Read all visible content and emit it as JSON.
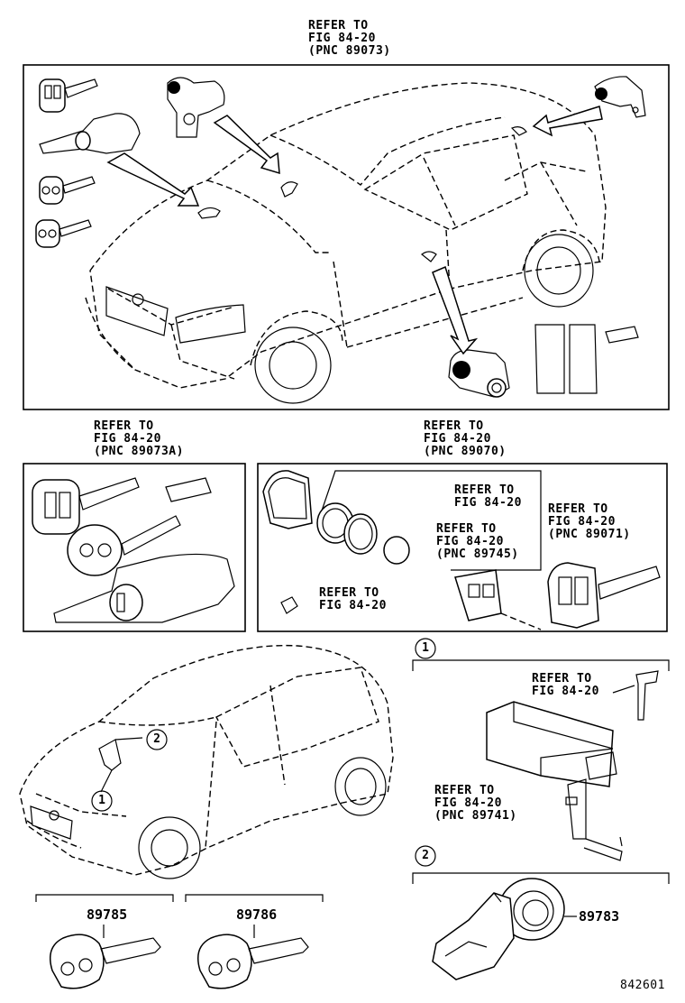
{
  "refs": {
    "top": [
      "REFER TO",
      "FIG 84-20",
      "(PNC 89073)"
    ],
    "left_box": [
      "REFER TO",
      "FIG 84-20",
      "(PNC 89073A)"
    ],
    "right_box": [
      "REFER TO",
      "FIG 84-20",
      "(PNC 89070)"
    ],
    "inner_fig": [
      "REFER TO",
      "FIG 84-20"
    ],
    "inner_89745": [
      "REFER TO",
      "FIG 84-20",
      "(PNC 89745)"
    ],
    "side_89071": [
      "REFER TO",
      "FIG 84-20",
      "(PNC 89071)"
    ],
    "bottom_fig": [
      "REFER TO",
      "FIG 84-20"
    ],
    "bolt": [
      "REFER TO",
      "FIG 84-20"
    ],
    "ecu": [
      "REFER TO",
      "FIG 84-20",
      "(PNC 89741)"
    ]
  },
  "callouts": [
    "1",
    "2"
  ],
  "parts": [
    "89785",
    "89786",
    "89783"
  ],
  "drawing_number": "842601"
}
